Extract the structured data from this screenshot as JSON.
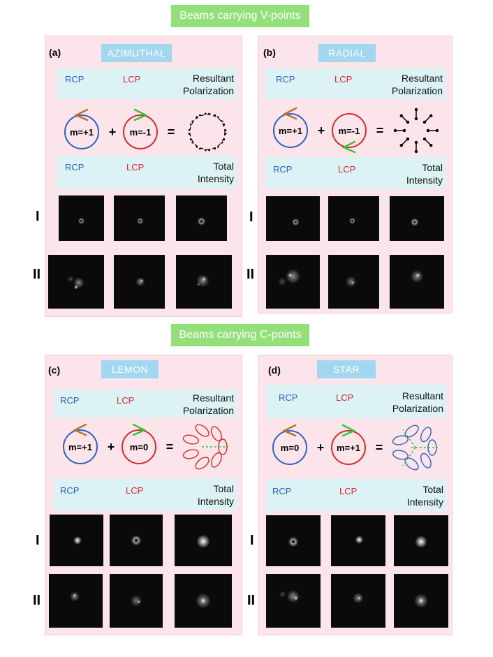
{
  "sections": {
    "v_points": "Beams carrying V-points",
    "c_points": "Beams carrying C-points"
  },
  "panels": [
    {
      "label": "(a)",
      "title": "AZIMUTHAL",
      "rcp": "RCP",
      "lcp": "LCP",
      "resultant_line1": "Resultant",
      "resultant_line2": "Polarization",
      "total_line1": "Total",
      "total_line2": "Intensity",
      "m_left": "m=+1",
      "plus": "+",
      "m_right": "m=-1",
      "equals": "=",
      "row_I": "I",
      "row_II": "II"
    },
    {
      "label": "(b)",
      "title": "RADIAL",
      "rcp": "RCP",
      "lcp": "LCP",
      "resultant_line1": "Resultant",
      "resultant_line2": "Polarization",
      "total_line1": "Total",
      "total_line2": "Intensity",
      "m_left": "m=+1",
      "plus": "+",
      "m_right": "m=-1",
      "equals": "=",
      "row_I": "I",
      "row_II": "II"
    },
    {
      "label": "(c)",
      "title": "LEMON",
      "rcp": "RCP",
      "lcp": "LCP",
      "resultant_line1": "Resultant",
      "resultant_line2": "Polarization",
      "total_line1": "Total",
      "total_line2": "Intensity",
      "m_left": "m=+1",
      "plus": "+",
      "m_right": "m=0",
      "equals": "=",
      "row_I": "I",
      "row_II": "II"
    },
    {
      "label": "(d)",
      "title": "STAR",
      "rcp": "RCP",
      "lcp": "LCP",
      "resultant_line1": "Resultant",
      "resultant_line2": "Polarization",
      "total_line1": "Total",
      "total_line2": "Intensity",
      "m_left": "m=0",
      "plus": "+",
      "m_right": "m=+1",
      "equals": "=",
      "row_I": "I",
      "row_II": "II"
    }
  ],
  "colors": {
    "rcp": "#2f5fbf",
    "lcp": "#d92828",
    "arrow_brown": "#b8732a",
    "arrow_green": "#36c43a",
    "panel_bg": "#fbe5eb",
    "banner": "#93e07a",
    "title_box": "#a3d7ef",
    "info_box": "#dcf2f5"
  }
}
